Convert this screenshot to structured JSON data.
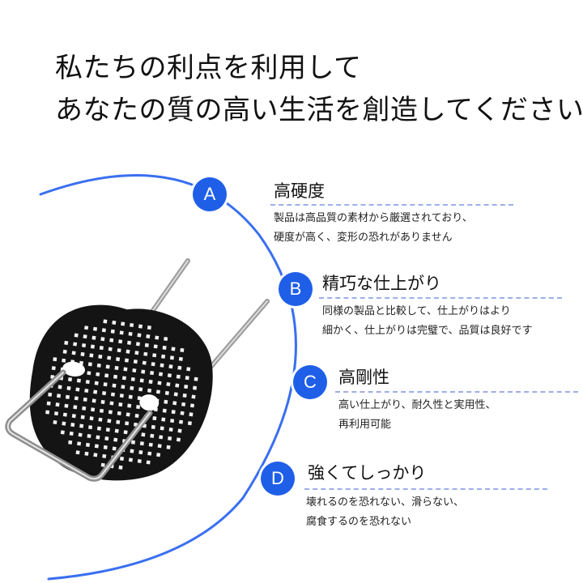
{
  "headline": {
    "line1": "私たちの利点を利用して",
    "line2": "あなたの質の高い生活を創造してください"
  },
  "colors": {
    "accent": "#1f5fe8",
    "arc": "#3a6ff0",
    "product": "#141414",
    "wire": "#9a9a9a"
  },
  "features": [
    {
      "badge": "A",
      "title": "高硬度",
      "desc1": "製品は高品質の素材から厳選されており、",
      "desc2": "硬度が高く、変形の恐れがありません"
    },
    {
      "badge": "B",
      "title": "精巧な仕上がり",
      "desc1": "同様の製品と比較して、仕上がりはより",
      "desc2": "細かく、仕上がりは完璧で、品質は良好です"
    },
    {
      "badge": "C",
      "title": "高剛性",
      "desc1": "高い仕上がり、耐久性と実用性、",
      "desc2": "再利用可能"
    },
    {
      "badge": "D",
      "title": "強くてしっかり",
      "desc1": "壊れるのを恐れない、滑らない、",
      "desc2": "腐食するのを恐れない"
    }
  ]
}
